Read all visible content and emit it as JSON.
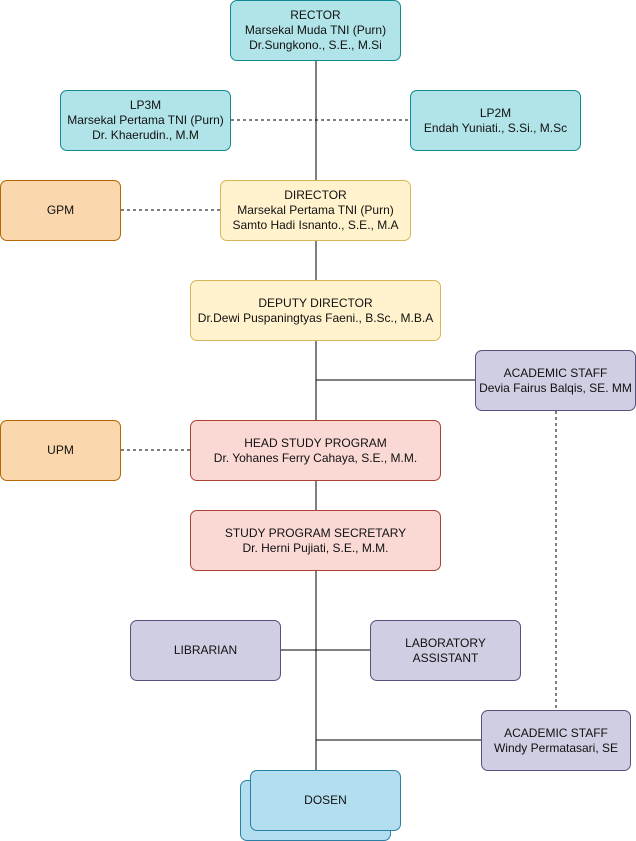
{
  "units": {
    "rector": [
      "RECTOR",
      "Marsekal Muda TNI (Purn)",
      "Dr.Sungkono., S.E., M.Si"
    ],
    "lp3m": [
      "LP3M",
      "Marsekal Pertama TNI (Purn)",
      "Dr. Khaerudin., M.M"
    ],
    "lp2m": [
      "LP2M",
      "Endah Yuniati., S.Si., M.Sc"
    ],
    "gpm": [
      "GPM"
    ],
    "director": [
      "DIRECTOR",
      "Marsekal Pertama TNI (Purn)",
      "Samto Hadi Isnanto., S.E., M.A"
    ],
    "deputy_director": [
      "DEPUTY DIRECTOR",
      "Dr.Dewi Puspaningtyas Faeni., B.Sc., M.B.A"
    ],
    "academic_staff_1": [
      "ACADEMIC STAFF",
      "Devia Fairus Balqis, SE. MM"
    ],
    "upm": [
      "UPM"
    ],
    "head_study_program": [
      "HEAD STUDY PROGRAM",
      "Dr. Yohanes Ferry Cahaya, S.E., M.M."
    ],
    "study_program_secretary": [
      "STUDY PROGRAM SECRETARY",
      "Dr. Herni Pujiati, S.E., M.M."
    ],
    "librarian": [
      "LIBRARIAN"
    ],
    "laboratory_assistant": [
      "LABORATORY",
      "ASSISTANT"
    ],
    "academic_staff_2": [
      "ACADEMIC STAFF",
      "Windy Permatasari, SE"
    ],
    "dosen": [
      "DOSEN"
    ]
  },
  "colors": {
    "teal_fill": "#b1e4e8",
    "teal_border": "#0f8a90",
    "blue_fill": "#b3def0",
    "yellow_fill": "#fff2cc",
    "yellow_border": "#d6b656",
    "orange_fill": "#fad7ac",
    "orange_border": "#b46504",
    "pink_fill": "#fad9d5",
    "pink_border": "#ae4132",
    "purple_fill": "#d0cee2",
    "purple_border": "#56517e",
    "line": "#000000"
  }
}
